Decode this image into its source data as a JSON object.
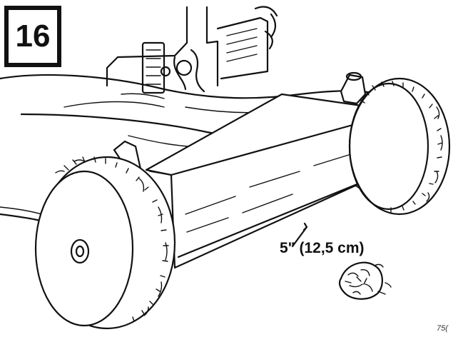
{
  "figure": {
    "step_number": "16",
    "measurement_label": "5\" (12,5 cm)",
    "figure_code": "75("
  },
  "colors": {
    "ink": "#111111",
    "paper": "#ffffff"
  },
  "parts": {
    "mower_deck": "mower-deck",
    "grass_catcher": "rear-grass-catcher-plate",
    "engine": "engine",
    "left_wheel": "rear-left-wheel",
    "right_wheel": "rear-right-wheel",
    "grass_clump": "grass-clump"
  }
}
